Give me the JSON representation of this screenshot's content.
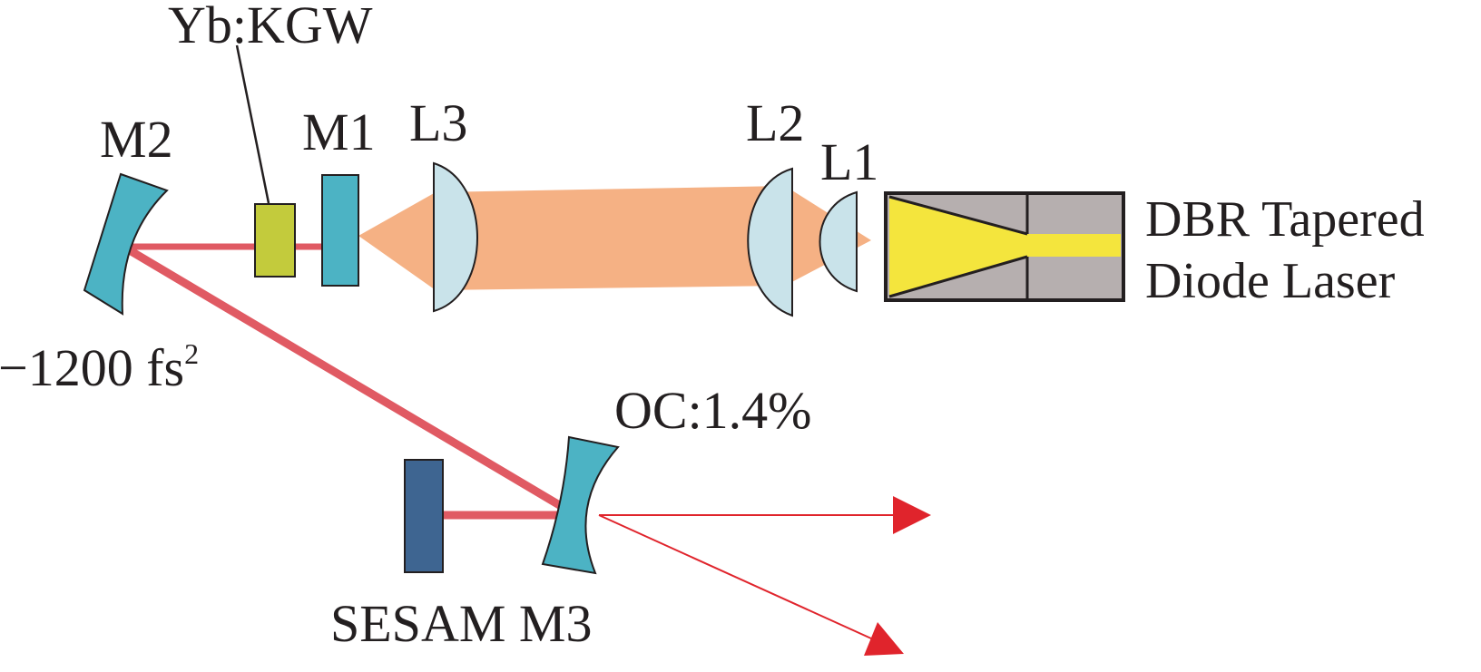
{
  "labels": {
    "crystal": "Yb:KGW",
    "m2": "M2",
    "m1": "M1",
    "l3": "L3",
    "l2": "L2",
    "l1": "L1",
    "laser_line1": "DBR Tapered",
    "laser_line2": "Diode Laser",
    "gdd_value": "−1200 fs",
    "gdd_exponent": "2",
    "oc": "OC:1.4%",
    "sesam_m3": "SESAM M3"
  },
  "colors": {
    "pump_beam": "#f5b184",
    "laser_beam": "#e05a63",
    "output_arrow": "#e0242c",
    "mirror": "#4cb3c4",
    "lens": "#c9e3ea",
    "crystal": "#c3cb3c",
    "sesam": "#3e6591",
    "laser_housing": "#b6afaf",
    "laser_chip": "#f4e53d",
    "outline": "#231f20"
  }
}
